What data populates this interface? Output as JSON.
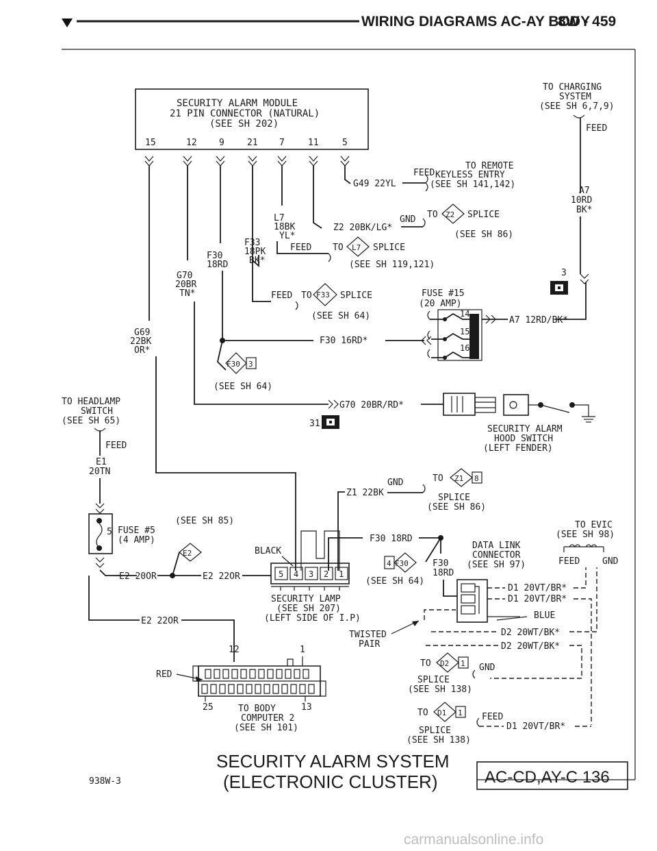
{
  "header": {
    "title": "WIRING DIAGRAMS AC-AY BODY",
    "page": "8W - 459"
  },
  "module": {
    "line1": "SECURITY ALARM MODULE",
    "line2": "21 PIN CONNECTOR (NATURAL)",
    "line3": "(SEE SH 202)",
    "pins": [
      "15",
      "12",
      "9",
      "21",
      "7",
      "11",
      "5"
    ]
  },
  "charging": {
    "line1": "TO CHARGING",
    "line2": "SYSTEM",
    "line3": "(SEE SH 6,7,9)",
    "feed": "FEED",
    "w1": "A7",
    "w2": "10RD",
    "w3": "BK*"
  },
  "g49": {
    "wire": "G49 22YL",
    "feed": "FEED",
    "t1": "TO REMOTE",
    "t2": "KEYLESS ENTRY",
    "t3": "(SEE SH 141,142)"
  },
  "z2": {
    "w1": "L7",
    "w2": "18BK",
    "w3": "YL*",
    "wire": "Z2 20BK/LG*",
    "gnd": "GND",
    "to": "TO",
    "splice_id": "Z2",
    "splice": "SPLICE",
    "see": "(SEE SH 86)"
  },
  "l7": {
    "w1": "F33",
    "w2": "18PK",
    "w3": "BK*",
    "feed": "FEED",
    "to": "TO",
    "splice_id": "L7",
    "splice": "SPLICE",
    "see": "(SEE SH 119,121)"
  },
  "f30": {
    "w1": "F30",
    "w2": "18RD"
  },
  "g70": {
    "w1": "G70",
    "w2": "20BR",
    "w3": "TN*",
    "wire": "G70 20BR/RD*"
  },
  "f33": {
    "feed": "FEED",
    "to": "TO",
    "splice_id": "F33",
    "splice": "SPLICE",
    "see": "(SEE SH 64)"
  },
  "g69": {
    "w1": "G69",
    "w2": "22BK",
    "w3": "OR*"
  },
  "fuse15": {
    "l1": "FUSE #15",
    "l2": "(20 AMP)",
    "pins": [
      "14",
      "15",
      "16"
    ],
    "wire_a7": "A7 12RD/BK*",
    "wire_f30": "F30 16RD*",
    "conn3": "3"
  },
  "f30_splice": {
    "id": "F30",
    "pin": "3",
    "see": "(SEE SH 64)"
  },
  "headlamp": {
    "l1": "TO HEADLAMP",
    "l2": "SWITCH",
    "l3": "(SEE SH 65)",
    "feed": "FEED",
    "w1": "E1",
    "w2": "20TN"
  },
  "conn31": "31",
  "hood": {
    "l1": "SECURITY ALARM",
    "l2": "HOOD SWITCH",
    "l3": "(LEFT FENDER)"
  },
  "z1": {
    "wire": "Z1 22BK",
    "gnd": "GND",
    "to": "TO",
    "splice_id": "Z1",
    "pin": "8",
    "splice": "SPLICE",
    "see": "(SEE SH 86)"
  },
  "fuse5": {
    "num": "5",
    "l1": "FUSE #5",
    "l2": "(4 AMP)",
    "see": "(SEE SH 85)",
    "e2": "E2",
    "w_e2_200": "E2 20OR",
    "w_e2_220": "E2 22OR",
    "w_e2_220b": "E2 22OR"
  },
  "lamp": {
    "black": "BLACK",
    "pins": [
      "5",
      "4",
      "3",
      "2",
      "1"
    ],
    "l1": "SECURITY LAMP",
    "l2": "(SEE SH 207)",
    "l3": "(LEFT SIDE OF I.P)",
    "f30_wire": "F30 18RD",
    "f30_pin": "4",
    "f30_id": "F30",
    "see": "(SEE SH 64)",
    "f30_w1": "F30",
    "f30_w2": "18RD"
  },
  "datalink": {
    "l1": "DATA LINK",
    "l2": "CONNECTOR",
    "l3": "(SEE SH 97)",
    "d1a": "D1 20VT/BR*",
    "d1b": "D1 20VT/BR*",
    "blue": "BLUE",
    "d2a": "D2 20WT/BK*",
    "d2b": "D2 20WT/BK*"
  },
  "evic": {
    "l1": "TO EVIC",
    "l2": "(SEE SH 98)",
    "feed": "FEED",
    "gnd": "GND"
  },
  "twisted": {
    "l1": "TWISTED",
    "l2": "PAIR"
  },
  "d2splice": {
    "to": "TO",
    "id": "D2",
    "pin": "1",
    "gnd": "GND",
    "splice": "SPLICE",
    "see": "(SEE SH 138)"
  },
  "d1splice": {
    "to": "TO",
    "id": "D1",
    "pin": "1",
    "feed": "FEED",
    "wire": "D1 20VT/BR*",
    "splice": "SPLICE",
    "see": "(SEE SH 138)"
  },
  "bodycomp": {
    "red": "RED",
    "p12": "12",
    "p1": "1",
    "p25": "25",
    "p13": "13",
    "l1": "TO BODY",
    "l2": "COMPUTER 2",
    "l3": "(SEE SH 101)"
  },
  "footer": {
    "title1": "SECURITY ALARM SYSTEM",
    "title2": "(ELECTRONIC CLUSTER)",
    "code": "938W-3",
    "ref": "AC-CD,AY-C 136"
  },
  "watermark": "carmanualsonline.info"
}
